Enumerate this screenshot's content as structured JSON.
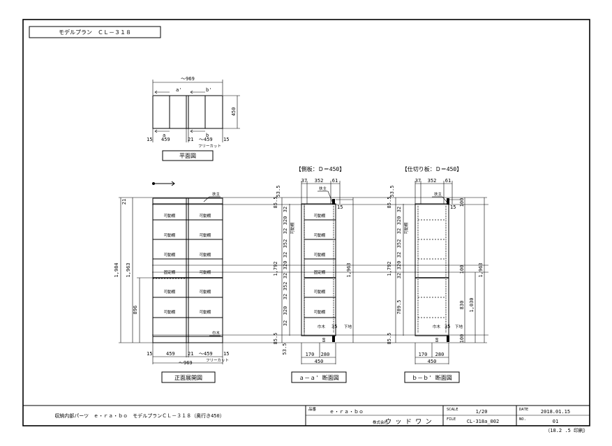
{
  "sheet": {
    "plan_name": "モデルプラン　ＣＬ－３１８"
  },
  "plan_view": {
    "caption": "平面図",
    "total_width": "～969",
    "depth": "450",
    "cut_a_top": "a'",
    "cut_b_top": "b'",
    "cut_a_bottom": "a",
    "cut_b_bottom": "b",
    "dim_left_gap": "15",
    "dim_left_width": "459",
    "dim_mid": "21",
    "dim_right_width": "～459",
    "dim_right_gap": "15",
    "free_cut": "フリーカット"
  },
  "front_view": {
    "caption": "正面展開図",
    "top_label": "扶主",
    "bottom_label": "巾木",
    "shelf_movable": "可動棚",
    "shelf_fixed": "固定棚",
    "dim_top": "21",
    "dim_total": "1,984",
    "dim_body": "1,963",
    "dim_lower": "896",
    "dim_bottom_left_gap": "15",
    "dim_bottom_left": "459",
    "dim_bottom_mid": "21",
    "dim_bottom_right": "～459",
    "dim_bottom_right_gap": "15",
    "dim_bottom_total": "～969",
    "free_cut": "フリーカット"
  },
  "section_a": {
    "header": "【側板：Ｄ＝450】",
    "caption": "ａ－ａ' 断面図",
    "top_dims": [
      "37",
      "352",
      "61"
    ],
    "top_label": "扶主",
    "bottom_label_a": "巾木",
    "bottom_label_b": "下地",
    "side_label": "可動棚",
    "shelf_movable": "可動棚",
    "shelf_fixed": "固定棚",
    "dim_top_left": "53.5",
    "dim_85_top": "85.5",
    "dim_15": "15",
    "left_dims": [
      "32",
      "320",
      "32",
      "352",
      "32",
      "320",
      "32",
      "352",
      "32",
      "320",
      "32"
    ],
    "dim_1792": "1,792",
    "dim_1963": "1,963",
    "dim_85_bottom": "85.5",
    "dim_53_bottom": "53.5",
    "dim_35": "35",
    "dim_60": "60",
    "bottom_dims": [
      "170",
      "280"
    ],
    "bottom_total": "450"
  },
  "section_b": {
    "header": "【仕切り板：Ｄ＝450】",
    "caption": "ｂ－ｂ' 断面図",
    "top_dims": [
      "37",
      "352",
      "61"
    ],
    "top_label": "扶主",
    "bottom_label_a": "巾木",
    "bottom_label_b": "下地",
    "side_label": "可動棚",
    "dim_top_left": "53.5",
    "dim_85_top": "85.5",
    "dim_15": "15",
    "left_dims": [
      "32",
      "320",
      "32",
      "352",
      "32",
      "320",
      "32",
      "789.5"
    ],
    "dim_1792": "1,792",
    "dim_1963": "1,963",
    "dim_1030": "1,030",
    "dim_830": "830",
    "dim_85_bottom": "85.5",
    "dim_100_top": "100",
    "dim_100_mid": "100",
    "dim_100_bottom": "100",
    "dim_35": "35",
    "dim_60": "60",
    "bottom_dims": [
      "170",
      "280"
    ],
    "bottom_total": "450"
  },
  "title_block": {
    "description": "収納内部パーツ　ｅ・ｒａ・ｂｏ　モデルプランＣＬ－３１８（奥行き450）",
    "product_label": "品番",
    "product": "ｅ・ｒａ・ｂｏ",
    "company_label": "株式会社",
    "company": "ウ ッ ド ワ ン",
    "scale_label": "SCALE",
    "scale": "1/20",
    "date_label": "DATE",
    "date": "2018.01.15",
    "file_label": "FILE",
    "file": "CL-318a_002",
    "no_label": "NO.",
    "no": "01",
    "print_note": "（18.2 .5 印刷）"
  }
}
